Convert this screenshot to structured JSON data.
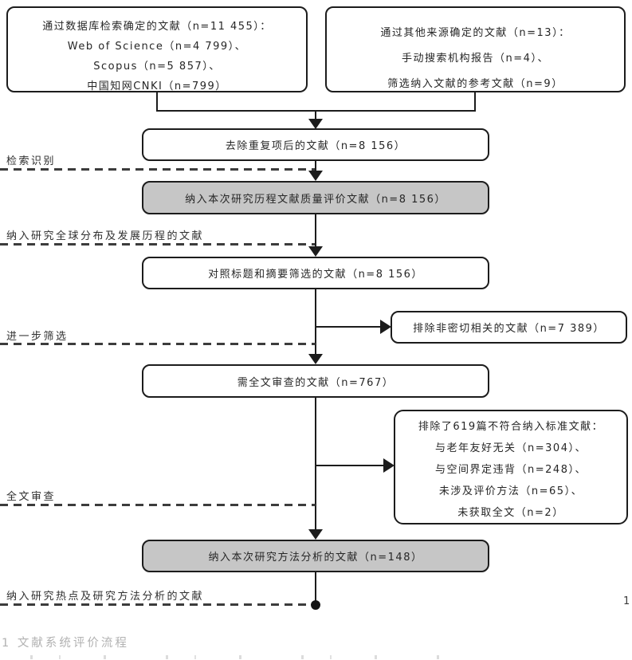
{
  "top_boxes": {
    "database": {
      "lines": [
        "通过数据库检索确定的文献（n=11 455）：",
        "Web of Science（n=4 799）、",
        "Scopus（n=5 857）、",
        "中国知网CNKI（n=799）"
      ]
    },
    "other_sources": {
      "lines": [
        "通过其他来源确定的文献（n=13）：",
        "手动搜索机构报告（n=4）、",
        "筛选纳入文献的参考文献（n=9）"
      ]
    }
  },
  "flow_boxes": {
    "dedup": "去除重复项后的文献（n=8 156）",
    "quality_eval": "纳入本次研究历程文献质量评价文献（n=8 156）",
    "title_abstract_screen": "对照标题和摘要筛选的文献（n=8 156）",
    "fulltext_needed": "需全文审查的文献（n=767）",
    "method_analysis": "纳入本次研究方法分析的文献（n=148）"
  },
  "side_boxes": {
    "excluded_irrelevant": "排除非密切相关的文献（n=7 389）",
    "excluded_criteria": {
      "lines": [
        "排除了619篇不符合纳入标准文献：",
        "与老年友好无关（n=304）、",
        "与空间界定违背（n=248）、",
        "未涉及评价方法（n=65）、",
        "未获取全文（n=2）"
      ]
    }
  },
  "stage_labels": {
    "identification": "检索识别",
    "global_distribution": "纳入研究全球分布及发展历程的文献",
    "further_screening": "进一步筛选",
    "fulltext_review": "全文审查",
    "hotspot_method": "纳入研究热点及研究方法分析的文献"
  },
  "footer": {
    "page_number": "1",
    "caption": "1 文献系统评价流程"
  },
  "colors": {
    "highlight_box_fill": "#c6c6c6",
    "box_border": "#1c1c1c",
    "text": "#2a2a2a",
    "caption_text": "#b2b2b2"
  }
}
